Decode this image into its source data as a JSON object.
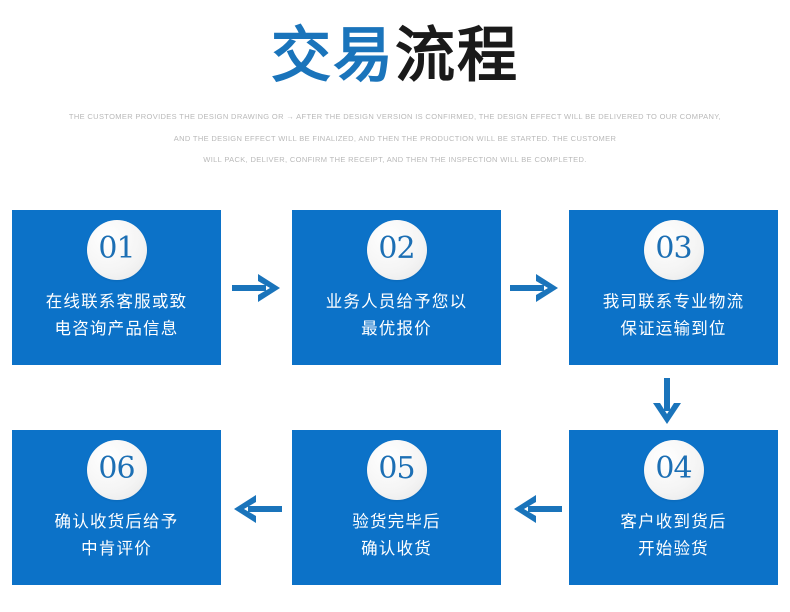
{
  "header": {
    "title_blue": "交易",
    "title_dark": "流程",
    "subtitle_lines": [
      "THE CUSTOMER PROVIDES THE DESIGN DRAWING OR → AFTER THE DESIGN VERSION IS CONFIRMED, THE DESIGN EFFECT WILL BE DELIVERED TO OUR COMPANY,",
      "AND THE DESIGN EFFECT WILL BE FINALIZED, AND THEN THE PRODUCTION WILL BE STARTED. THE CUSTOMER",
      "WILL PACK, DELIVER, CONFIRM THE RECEIPT, AND THEN THE INSPECTION WILL BE COMPLETED."
    ]
  },
  "colors": {
    "card_blue": "#0c72c8",
    "accent_blue": "#1a74bb",
    "badge_fill": "#f2f2f2",
    "badge_text": "#1c6fb4",
    "subtitle_gray": "#b9b9b9",
    "title_dark": "#1a1a1a"
  },
  "steps": [
    {
      "number": "01",
      "line1": "在线联系客服或致",
      "line2": "电咨询产品信息"
    },
    {
      "number": "02",
      "line1": "业务人员给予您以",
      "line2": "最优报价"
    },
    {
      "number": "03",
      "line1": "我司联系专业物流",
      "line2": "保证运输到位"
    },
    {
      "number": "04",
      "line1": "客户收到货后",
      "line2": "开始验货"
    },
    {
      "number": "05",
      "line1": "验货完毕后",
      "line2": "确认收货"
    },
    {
      "number": "06",
      "line1": "确认收货后给予",
      "line2": "中肯评价"
    }
  ],
  "arrows": [
    {
      "id": "arrow-01-to-02",
      "direction": "right"
    },
    {
      "id": "arrow-02-to-03",
      "direction": "right"
    },
    {
      "id": "arrow-03-to-04",
      "direction": "down"
    },
    {
      "id": "arrow-04-to-05",
      "direction": "left"
    },
    {
      "id": "arrow-05-to-06",
      "direction": "left"
    }
  ]
}
